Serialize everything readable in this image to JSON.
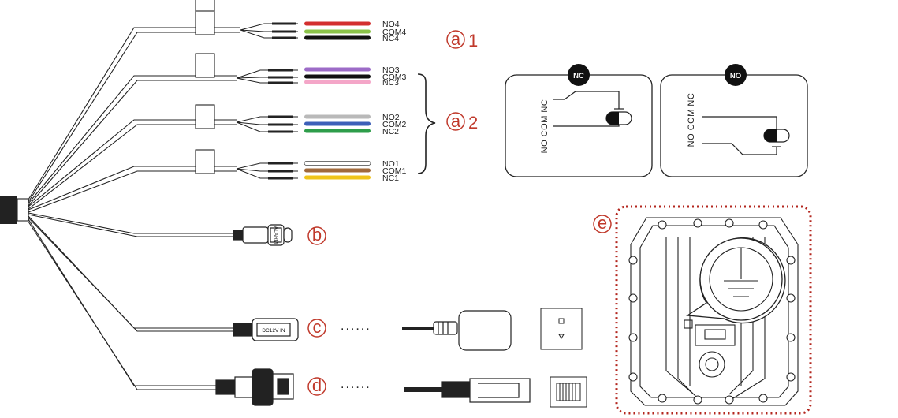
{
  "groups": [
    {
      "callout": "@1",
      "wires": [
        {
          "label": "NO4",
          "color": "#d32f2f"
        },
        {
          "label": "COM4",
          "color": "#8bc34a"
        },
        {
          "label": "NC4",
          "color": "#111111"
        }
      ]
    },
    {
      "callout": "@2",
      "wires": [
        {
          "label": "NO3",
          "color": "#9c6bc7"
        },
        {
          "label": "COM3",
          "color": "#111111"
        },
        {
          "label": "NC3",
          "color": "#f4a6c8"
        },
        {
          "label": "NO2",
          "color": "#b9b9b9"
        },
        {
          "label": "COM2",
          "color": "#3d5fb8"
        },
        {
          "label": "NC2",
          "color": "#2e9d4a"
        },
        {
          "label": "NO1",
          "color": "#ffffff"
        },
        {
          "label": "COM1",
          "color": "#a0693b"
        },
        {
          "label": "NC1",
          "color": "#f0c419"
        }
      ]
    }
  ],
  "connectors": {
    "b": {
      "callout": "b",
      "text": "ALARM"
    },
    "c": {
      "callout": "c",
      "text": "DC12V IN"
    },
    "d": {
      "callout": "d"
    },
    "dots": "......"
  },
  "relays": {
    "nc": {
      "badge": "NC",
      "terminals": [
        "NO",
        "COM",
        "NC"
      ]
    },
    "no": {
      "badge": "NO",
      "terminals": [
        "NO",
        "COM",
        "NC"
      ]
    }
  },
  "panel": {
    "callout": "e"
  },
  "colors": {
    "accent": "#c0392b",
    "ink": "#222222",
    "badge_bg": "#111111"
  }
}
